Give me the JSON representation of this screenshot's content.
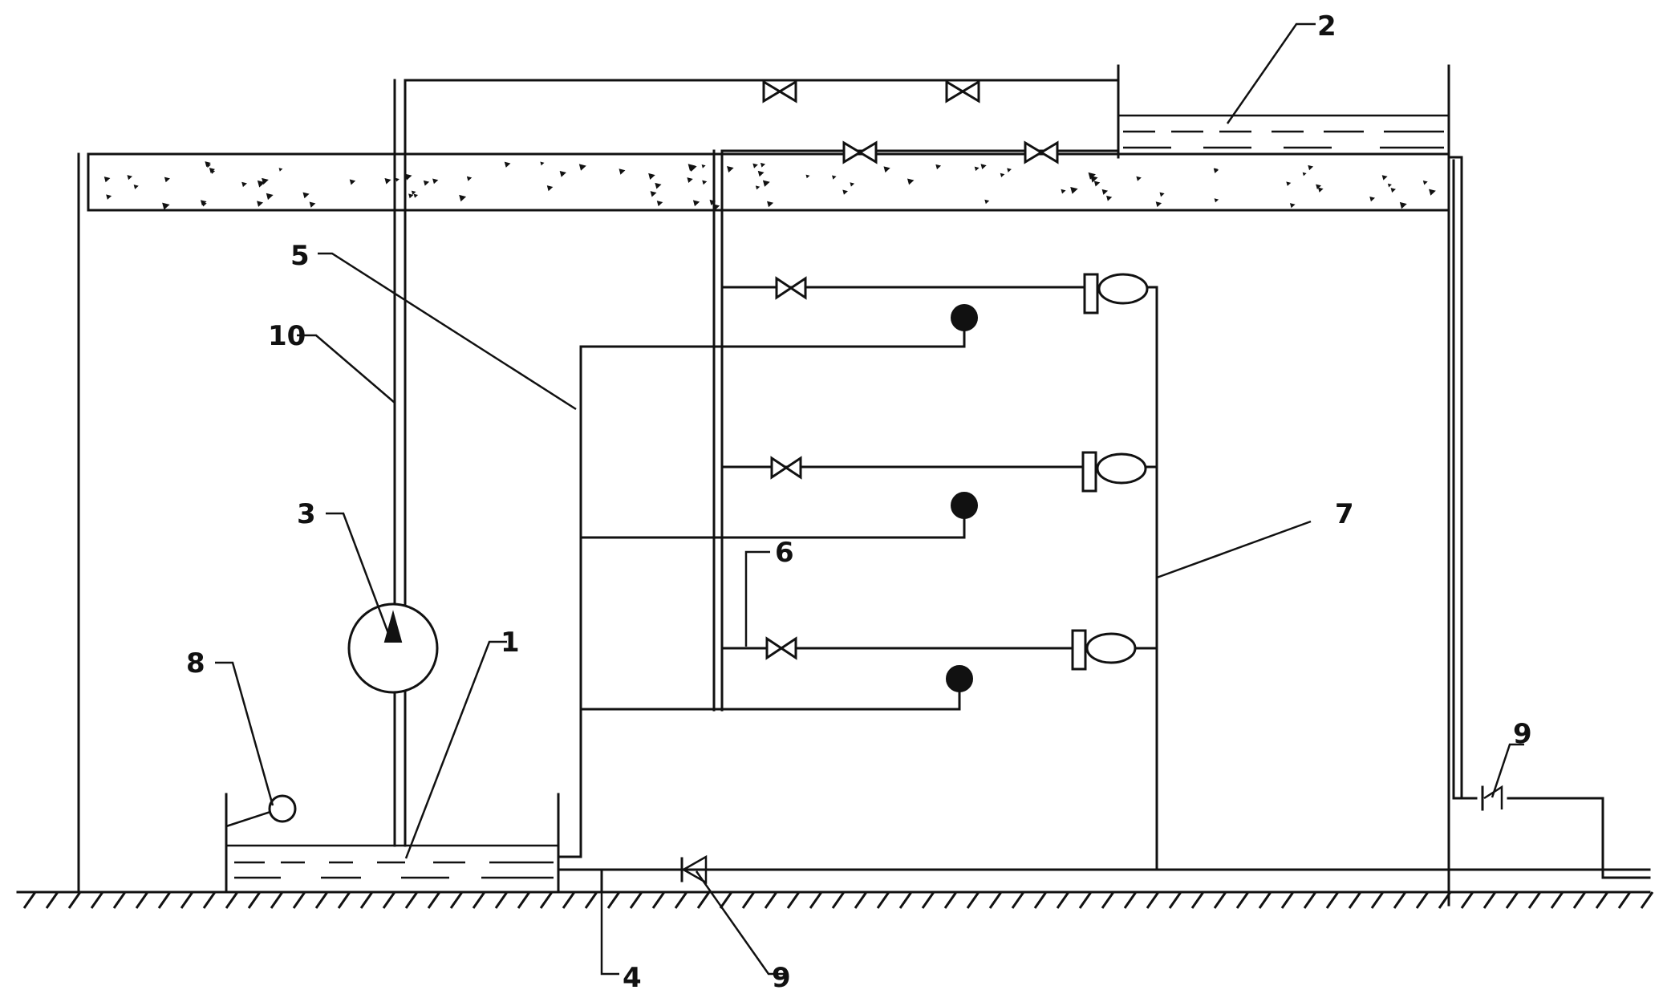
{
  "labels": {
    "l1": "1",
    "l2": "2",
    "l3": "3",
    "l4": "4",
    "l5": "5",
    "l6": "6",
    "l7": "7",
    "l8": "8",
    "l9a": "9",
    "l9b": "9",
    "l10": "10"
  }
}
